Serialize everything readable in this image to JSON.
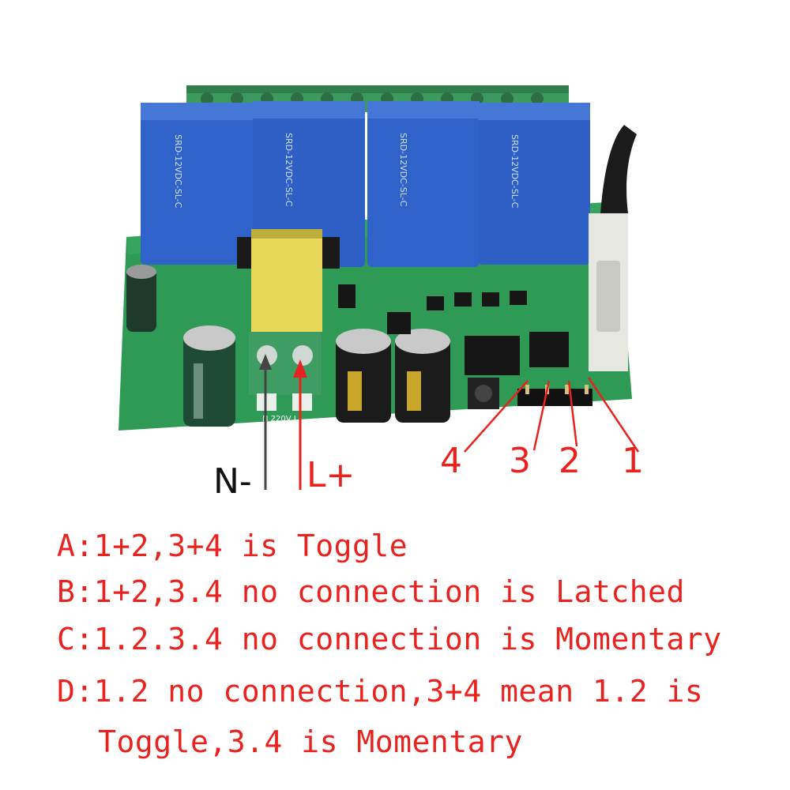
{
  "colors": {
    "text_red": "#e8231f",
    "text_black": "#111111",
    "pcb_green": "#2f9a55",
    "relay_blue": "#2f63c9",
    "terminal_green": "#3f9c63",
    "arrow_red": "#e8231f",
    "arrow_gray": "#444444"
  },
  "board": {
    "relays": [
      {
        "marking": "SRD-12VDC-SL-C"
      },
      {
        "marking": "SRD-12VDC-SL-C"
      },
      {
        "marking": "SRD-12VDC-SL-C"
      },
      {
        "marking": "SRD-12VDC-SL-C"
      }
    ],
    "terminal_marking": "N  220V  L"
  },
  "wire_labels": {
    "neutral": "N-",
    "live": "L+"
  },
  "jumper_numbers": [
    "4",
    "3",
    "2",
    "1"
  ],
  "modes": [
    {
      "text": "A:1+2,3+4 is Toggle"
    },
    {
      "text": "B:1+2,3.4 no connection is Latched"
    },
    {
      "text": "C:1.2.3.4 no connection is Momentary"
    },
    {
      "text": "D:1.2 no connection,3+4 mean 1.2 is"
    },
    {
      "text": "   Toggle,3.4 is Momentary"
    }
  ]
}
